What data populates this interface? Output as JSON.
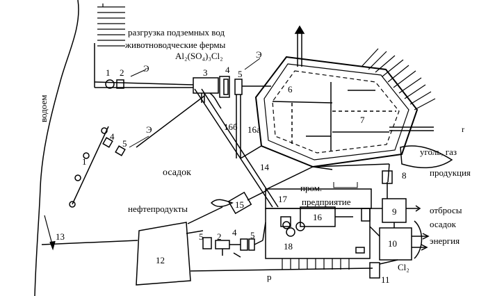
{
  "labels": {
    "underground_water": "разгрузка подземных вод",
    "livestock_farms": "животноводческие фермы",
    "reagents": "Al₂(SO₄)₃Cl₂",
    "water_body": "водоем",
    "sediment": "осадок",
    "petroleum": "нефтепродукты",
    "enterprise_1": "пром.",
    "enterprise_2": "предприятие",
    "coal_gas": "уголь,  газ",
    "product": "продукция",
    "waste": "отбросы",
    "residue": "осадок",
    "energy": "энергия",
    "chlorine": "Cl₂",
    "e1": "Э",
    "e2": "Э",
    "e3": "Э",
    "r_top": "r",
    "r_bottom": "р"
  },
  "numbers": {
    "n1a": "1",
    "n2a": "2",
    "n3": "3",
    "n4a": "4",
    "n5a": "5",
    "n6": "6",
    "n7": "7",
    "n8": "8",
    "n9": "9",
    "n10": "10",
    "n11": "11",
    "n12": "12",
    "n13": "13",
    "n14": "14",
    "n15": "15",
    "n16": "16",
    "n16a": "16а",
    "n16b": "16б",
    "n17": "17",
    "n18": "18",
    "n1b": "1",
    "n4b": "4",
    "n5b": "5",
    "n2c": "2",
    "n4c": "4",
    "n5c": "5"
  }
}
